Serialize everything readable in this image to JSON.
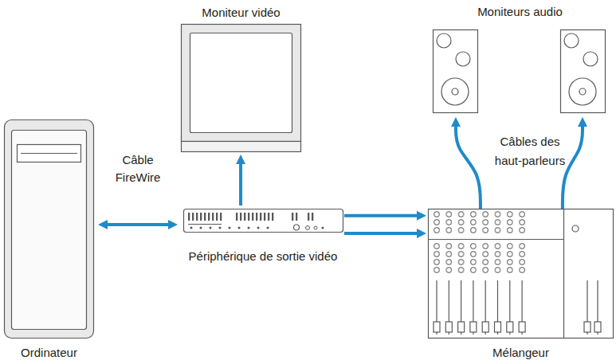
{
  "diagram": {
    "nodes": [
      {
        "text": [
          "Ordinateur"
        ]
      },
      {
        "text": [
          "Moniteur vidéo"
        ]
      },
      {
        "text": [
          "Moniteurs audio"
        ]
      },
      {
        "text": [
          "Périphérique de sortie vidéo"
        ]
      },
      {
        "text": [
          "Mélangeur"
        ]
      }
    ],
    "edges": [
      {
        "from": 0,
        "to": 3,
        "label": "Câble FireWire",
        "arrow": "both"
      },
      {
        "from": 3,
        "to": 1,
        "arrow": "to"
      },
      {
        "from": 3,
        "to": 4,
        "arrow": "to"
      },
      {
        "from": 3,
        "to": 4,
        "arrow": "to"
      },
      {
        "from": 4,
        "to": 2,
        "arrow": "to"
      },
      {
        "from": 4,
        "to": 2,
        "arrow": "to"
      }
    ],
    "labels": [
      "Câbles des haut-parleurs"
    ]
  }
}
